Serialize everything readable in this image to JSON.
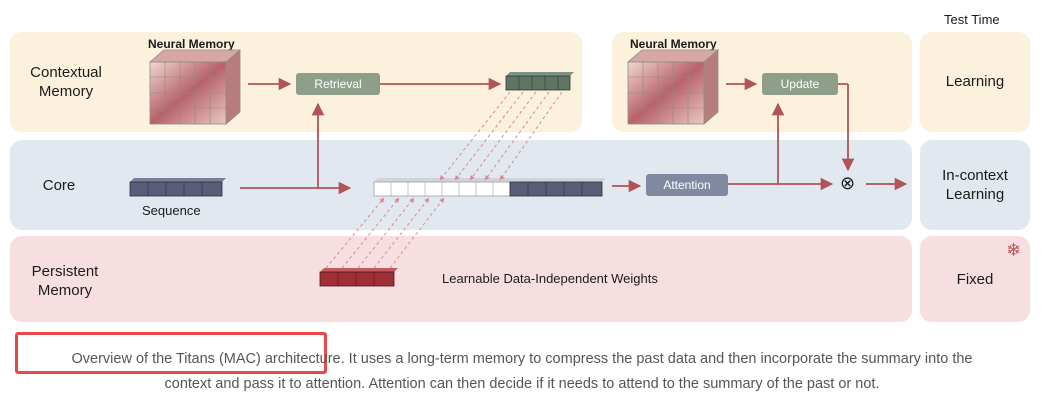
{
  "header": {
    "test_time": "Test Time"
  },
  "rows": {
    "contextual": {
      "label_line1": "Contextual",
      "label_line2": "Memory"
    },
    "core": {
      "label": "Core"
    },
    "persistent": {
      "label_line1": "Persistent",
      "label_line2": "Memory"
    }
  },
  "left_memory": {
    "title": "Neural Memory"
  },
  "right_memory": {
    "title": "Neural Memory"
  },
  "pills": {
    "retrieval": "Retrieval",
    "update": "Update",
    "attention": "Attention"
  },
  "sequence_label": "Sequence",
  "weights_label": "Learnable Data-Independent Weights",
  "side": {
    "learning": "Learning",
    "incontext_line1": "In-context",
    "incontext_line2": "Learning",
    "fixed": "Fixed"
  },
  "symbols": {
    "combine": "⊗",
    "snowflake": "❄"
  },
  "caption": {
    "highlight": "Overview of the Titans (MAC) architecture.",
    "rest_line1": " It uses a long-term memory to compress the past data and then incorporate the summary into the",
    "line2": "context and pass it to attention. Attention can then decide if it needs to attend to the summary of the past or not."
  },
  "colors": {
    "contextual_band": "#fbf1dc",
    "core_band": "#e1e8f0",
    "persistent_band": "#f7dfe1",
    "arrow": "#b05457",
    "retrieval_pill": "#8e9e88",
    "attention_pill": "#8189a0",
    "sequence_block": "#5b5d78",
    "weights_block": "#9e3035",
    "retrieved_block": "#5f7463",
    "highlight": "#e8474c"
  }
}
